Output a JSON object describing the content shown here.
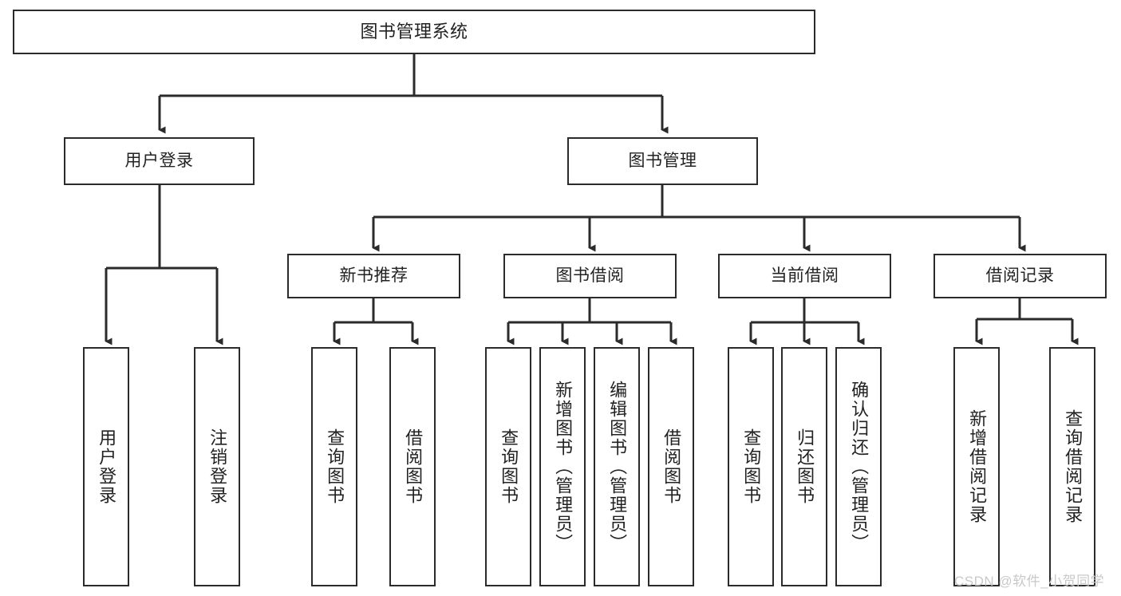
{
  "diagram": {
    "type": "hierarchy-tree",
    "title": "图书管理系统",
    "background": "#ffffff",
    "line_color": "#2b2b2b",
    "text_color": "#222222"
  },
  "root": {
    "label": "图书管理系统"
  },
  "level1": [
    {
      "label": "用户登录"
    },
    {
      "label": "图书管理"
    }
  ],
  "level2": [
    {
      "label": "新书推荐"
    },
    {
      "label": "图书借阅"
    },
    {
      "label": "当前借阅"
    },
    {
      "label": "借阅记录"
    }
  ],
  "leaves": {
    "user_login": [
      {
        "label": "用户登录"
      },
      {
        "label": "注销登录"
      }
    ],
    "new_book_recommend": [
      {
        "label": "查询图书"
      },
      {
        "label": "借阅图书"
      }
    ],
    "book_borrow": [
      {
        "label": "查询图书"
      },
      {
        "label": "新增图书（管理员）"
      },
      {
        "label": "编辑图书（管理员）"
      },
      {
        "label": "借阅图书"
      }
    ],
    "current_borrow": [
      {
        "label": "查询图书"
      },
      {
        "label": "归还图书"
      },
      {
        "label": "确认归还（管理员）"
      }
    ],
    "borrow_record": [
      {
        "label": "新增借阅记录"
      },
      {
        "label": "查询借阅记录"
      }
    ]
  },
  "watermark": {
    "text": "CSDN @软件_小贺同学",
    "color": "#c9c9c9"
  }
}
